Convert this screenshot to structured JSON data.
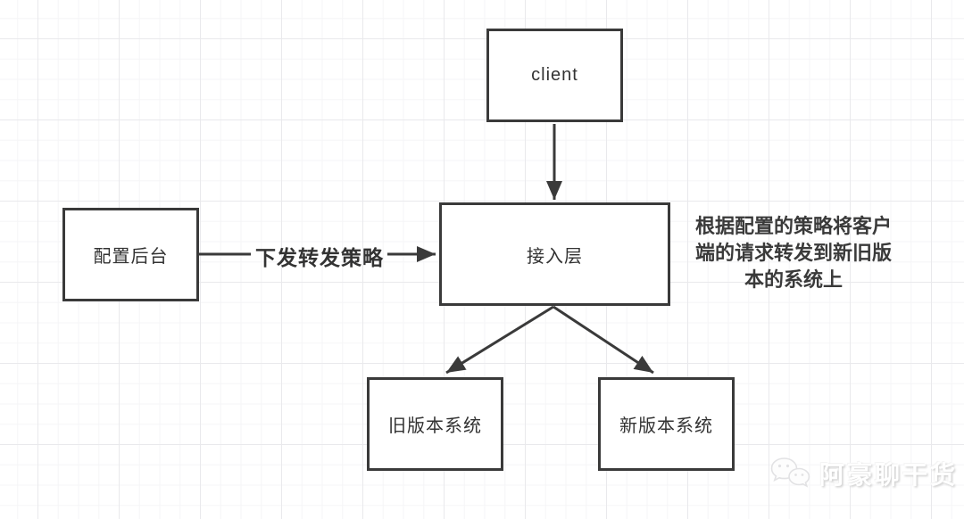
{
  "diagram": {
    "nodes": {
      "client": {
        "label": "client"
      },
      "config_backend": {
        "label": "配置后台"
      },
      "access_layer": {
        "label": "接入层"
      },
      "old_system": {
        "label": "旧版本系统"
      },
      "new_system": {
        "label": "新版本系统"
      }
    },
    "edges": [
      {
        "from": "client",
        "to": "access_layer",
        "label": ""
      },
      {
        "from": "config_backend",
        "to": "access_layer",
        "label": "下发转发策略"
      },
      {
        "from": "access_layer",
        "to": "old_system",
        "label": ""
      },
      {
        "from": "access_layer",
        "to": "new_system",
        "label": ""
      }
    ],
    "config_edge_label": "下发转发策略",
    "annotation": {
      "line1": "根据配置的策略将客户",
      "line2": "端的请求转发到新旧版",
      "line3": "本的系统上",
      "full_text": "根据配置的策略将客户端的请求转发到新旧版本的系统上"
    }
  },
  "watermark": {
    "text": "阿豪聊干货",
    "icon": "wechat-icon"
  },
  "colors": {
    "node_border": "#3a3a3a",
    "arrow_stroke": "#3a3a3a",
    "label_text": "#333333",
    "grid_minor": "#f5f5f7",
    "grid_major": "#e9e9ec",
    "background": "#ffffff",
    "watermark_text": "#ffffff",
    "watermark_shadow": "#cfcfcf"
  }
}
